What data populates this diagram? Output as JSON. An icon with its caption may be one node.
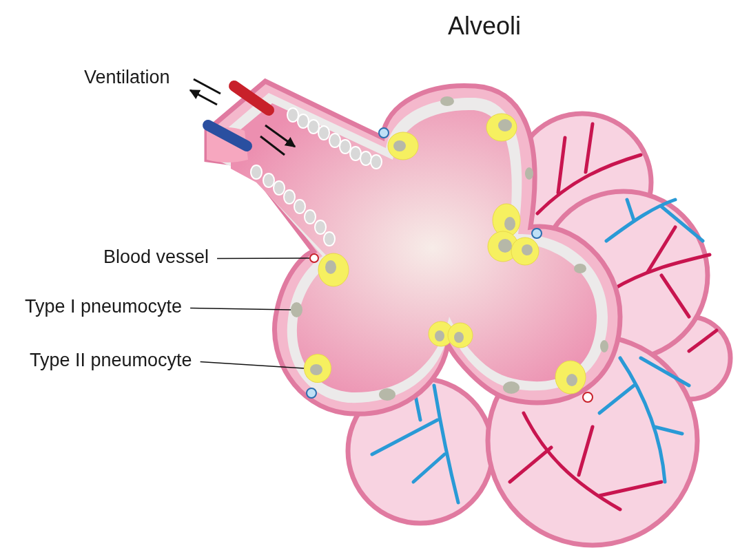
{
  "diagram": {
    "title": "Alveoli",
    "nodes": [
      {
        "text": [
          "Blood vessel"
        ]
      },
      {
        "text": [],
        "shape": "circle"
      },
      {
        "text": [
          "Type I pneumocyte"
        ]
      },
      {
        "text": [],
        "shape": "circle"
      },
      {
        "text": [
          "Type II pneumocyte"
        ]
      },
      {
        "text": [],
        "shape": "circle"
      }
    ],
    "edges": [
      {
        "from": 0,
        "to": 1,
        "arrow": "none"
      },
      {
        "from": 2,
        "to": 3,
        "arrow": "none"
      },
      {
        "from": 4,
        "to": 5,
        "arrow": "none"
      }
    ],
    "labels": [
      "Ventilation"
    ]
  }
}
